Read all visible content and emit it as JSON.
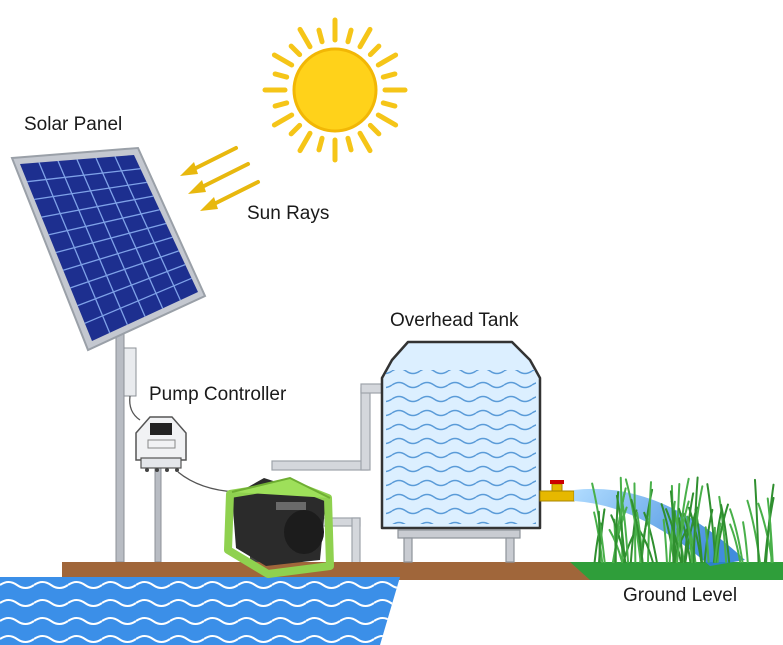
{
  "labels": {
    "solar_panel": "Solar Panel",
    "sun_rays": "Sun Rays",
    "pump_controller": "Pump Controller",
    "overhead_tank": "Overhead Tank",
    "ground_level": "Ground Level"
  },
  "colors": {
    "sun": "#ffd21a",
    "sun_rays": "#f5c518",
    "solar_cell": "#1d2f8f",
    "panel_frame": "#c4c8d0",
    "water": "#3b8fe8",
    "tank_water": "#dcefff",
    "wave": "#5a9bd8",
    "ground": "#a0663a",
    "grass": "#2f9e3a",
    "pump": "#8fd14f",
    "valve": "#e6b800"
  },
  "icons": [
    "sun-icon",
    "arrow-left-icon",
    "solar-panel-icon",
    "pump-controller-icon",
    "pump-icon",
    "tank-icon",
    "valve-icon",
    "grass-icon"
  ]
}
